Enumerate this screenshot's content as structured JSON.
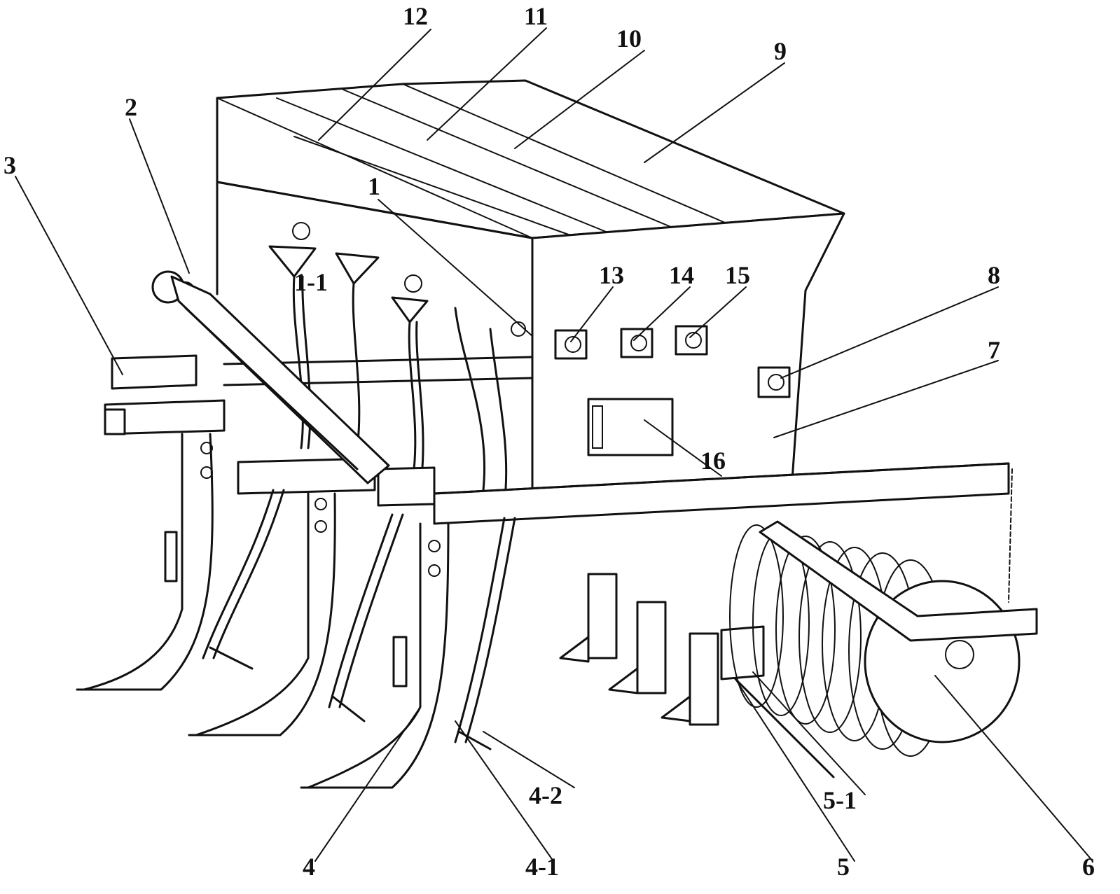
{
  "labels": {
    "l1": "1",
    "l1_1": "1-1",
    "l2": "2",
    "l3": "3",
    "l4": "4",
    "l4_1": "4-1",
    "l4_2": "4-2",
    "l5": "5",
    "l5_1": "5-1",
    "l6": "6",
    "l7": "7",
    "l8": "8",
    "l9": "9",
    "l10": "10",
    "l11": "11",
    "l12": "12",
    "l13": "13",
    "l14": "14",
    "l15": "15",
    "l16": "16"
  }
}
